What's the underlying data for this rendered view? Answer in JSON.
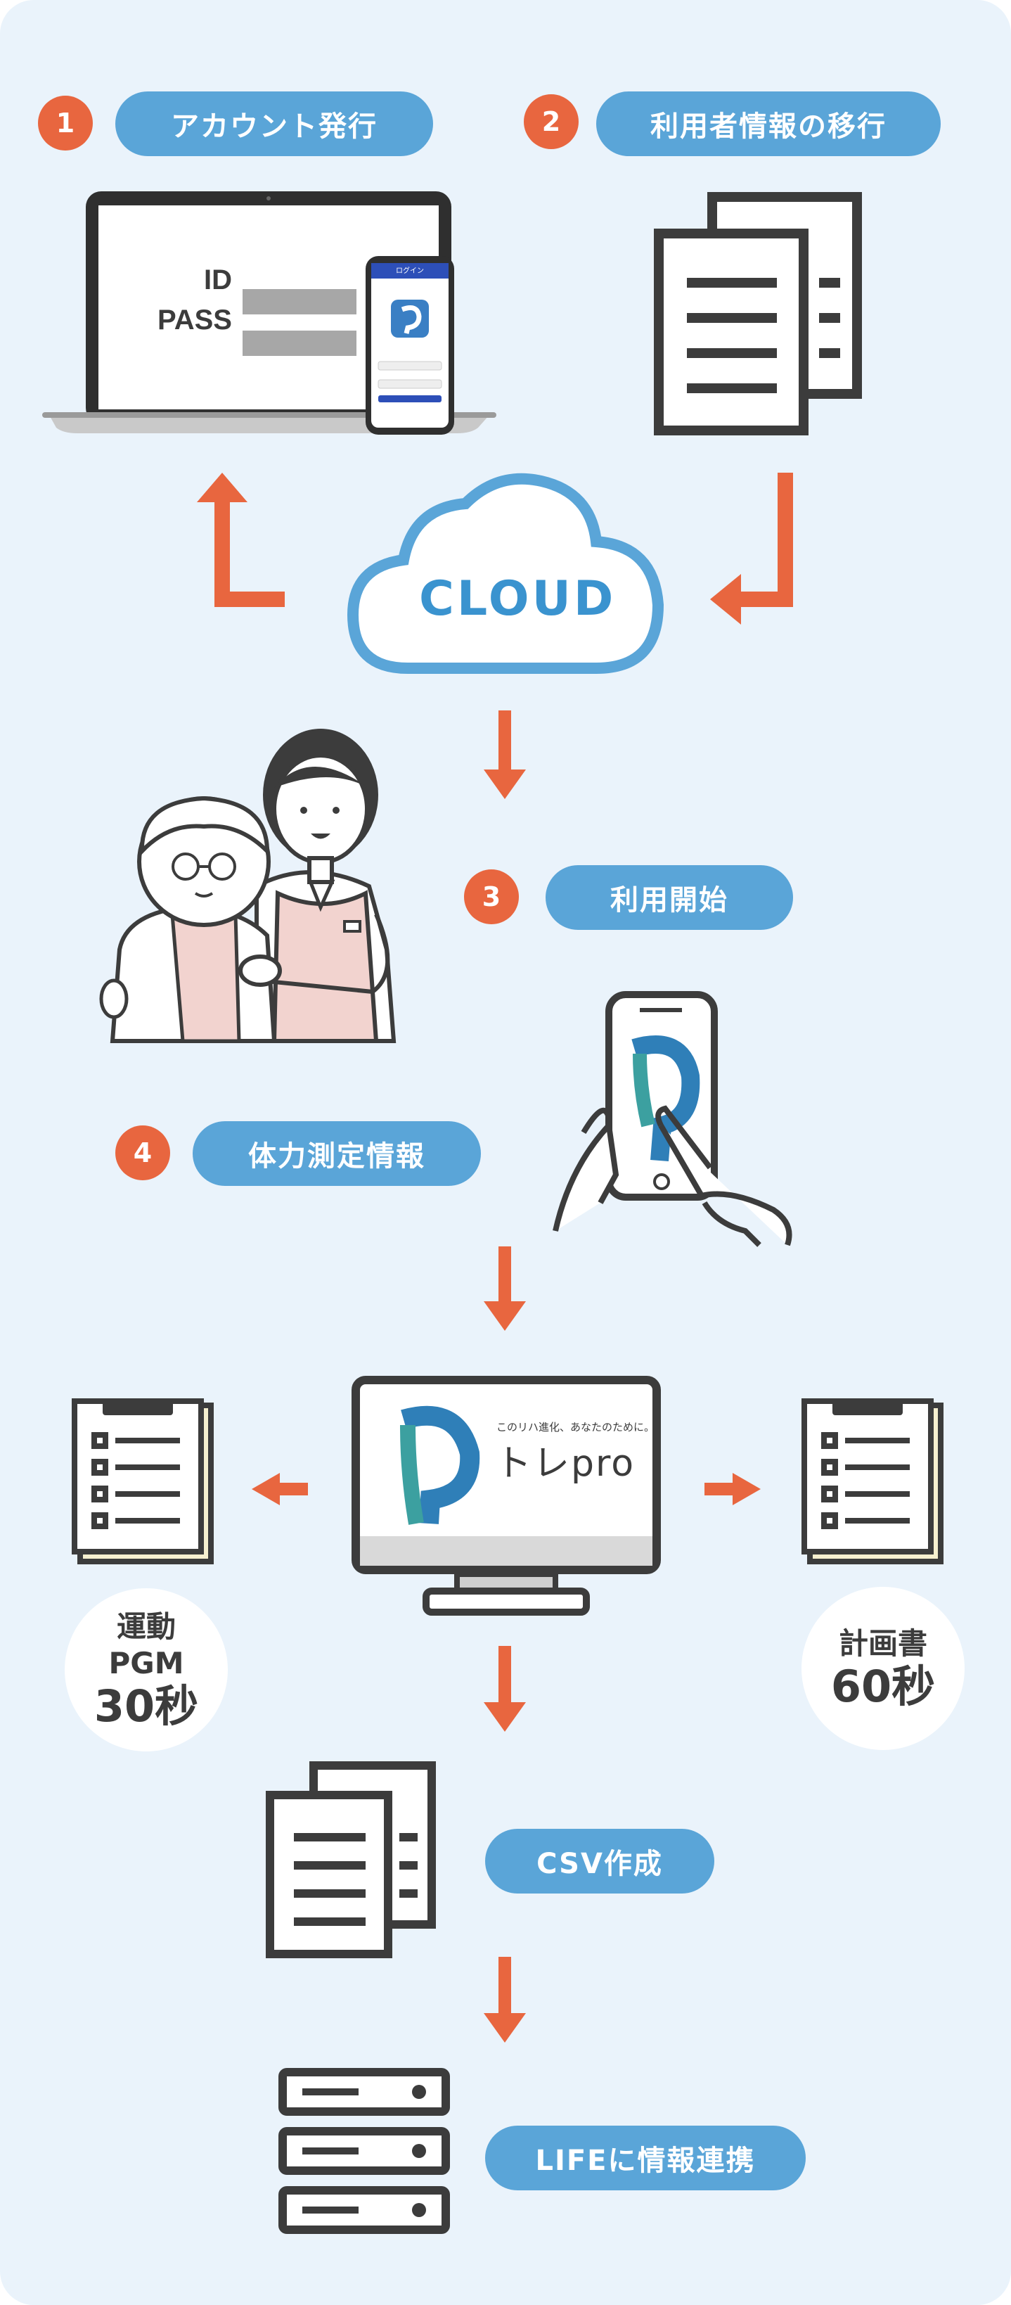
{
  "steps": [
    {
      "number": "1",
      "label": "アカウント発行"
    },
    {
      "number": "2",
      "label": "利用者情報の移行"
    },
    {
      "number": "3",
      "label": "利用開始"
    },
    {
      "number": "4",
      "label": "体力測定情報"
    }
  ],
  "laptop": {
    "id_label": "ID",
    "pass_label": "PASS"
  },
  "phone_login": {
    "header": "ログイン"
  },
  "cloud": {
    "label": "CLOUD"
  },
  "monitor": {
    "tagline": "このリハ進化、あなたのために。",
    "logo_text": "トレpro"
  },
  "badges": {
    "left": {
      "line1": "運動",
      "line2": "PGM",
      "line3": "30秒"
    },
    "right": {
      "line1": "計画書",
      "line2": "60秒"
    }
  },
  "csv": {
    "label": "CSV作成"
  },
  "life": {
    "label": "LIFEに情報連携"
  },
  "colors": {
    "accent": "#e8663f",
    "pill": "#5aa5d8",
    "background": "#eaf3fb",
    "cloud": "#3a93cf",
    "line": "#3c3c3c"
  }
}
